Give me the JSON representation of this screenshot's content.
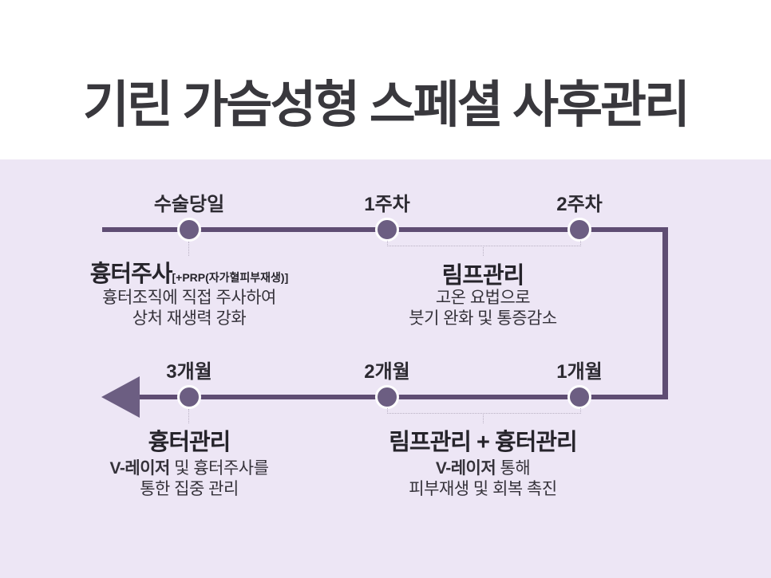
{
  "heading": "기린 가슴성형 스페셜 사후관리",
  "colors": {
    "page_background": "#ffffff",
    "panel_background": "#ede6f5",
    "timeline_line": "#5f4d73",
    "timeline_dot": "#6c5e82",
    "arrow": "#6c5e82",
    "heading_text": "#39383d",
    "body_text": "#2c2a31",
    "dotted_connector": "#b9b1c3"
  },
  "timeline": {
    "row1": {
      "milestones": [
        {
          "label": "수술당일"
        },
        {
          "label": "1주차"
        },
        {
          "label": "2주차"
        }
      ],
      "sections": [
        {
          "title": "흉터주사",
          "title_suffix": "[+PRP(자가혈피부재생)]",
          "desc_line1": "흉터조직에 직접 주사하여",
          "desc_line2": "상처 재생력 강화"
        },
        {
          "title": "림프관리",
          "desc_line1": "고온 요법으로",
          "desc_line2": "붓기 완화 및 통증감소"
        }
      ]
    },
    "row2": {
      "milestones": [
        {
          "label": "3개월"
        },
        {
          "label": "2개월"
        },
        {
          "label": "1개월"
        }
      ],
      "sections": [
        {
          "title": "흉터관리",
          "desc_line1_bold": "V-레이저",
          "desc_line1_rest": " 및 흉터주사를",
          "desc_line2": "통한 집중 관리"
        },
        {
          "title": "림프관리 + 흉터관리",
          "desc_line1_bold": "V-레이저",
          "desc_line1_rest": " 통해",
          "desc_line2": "피부재생 및 회복 촉진"
        }
      ]
    }
  }
}
